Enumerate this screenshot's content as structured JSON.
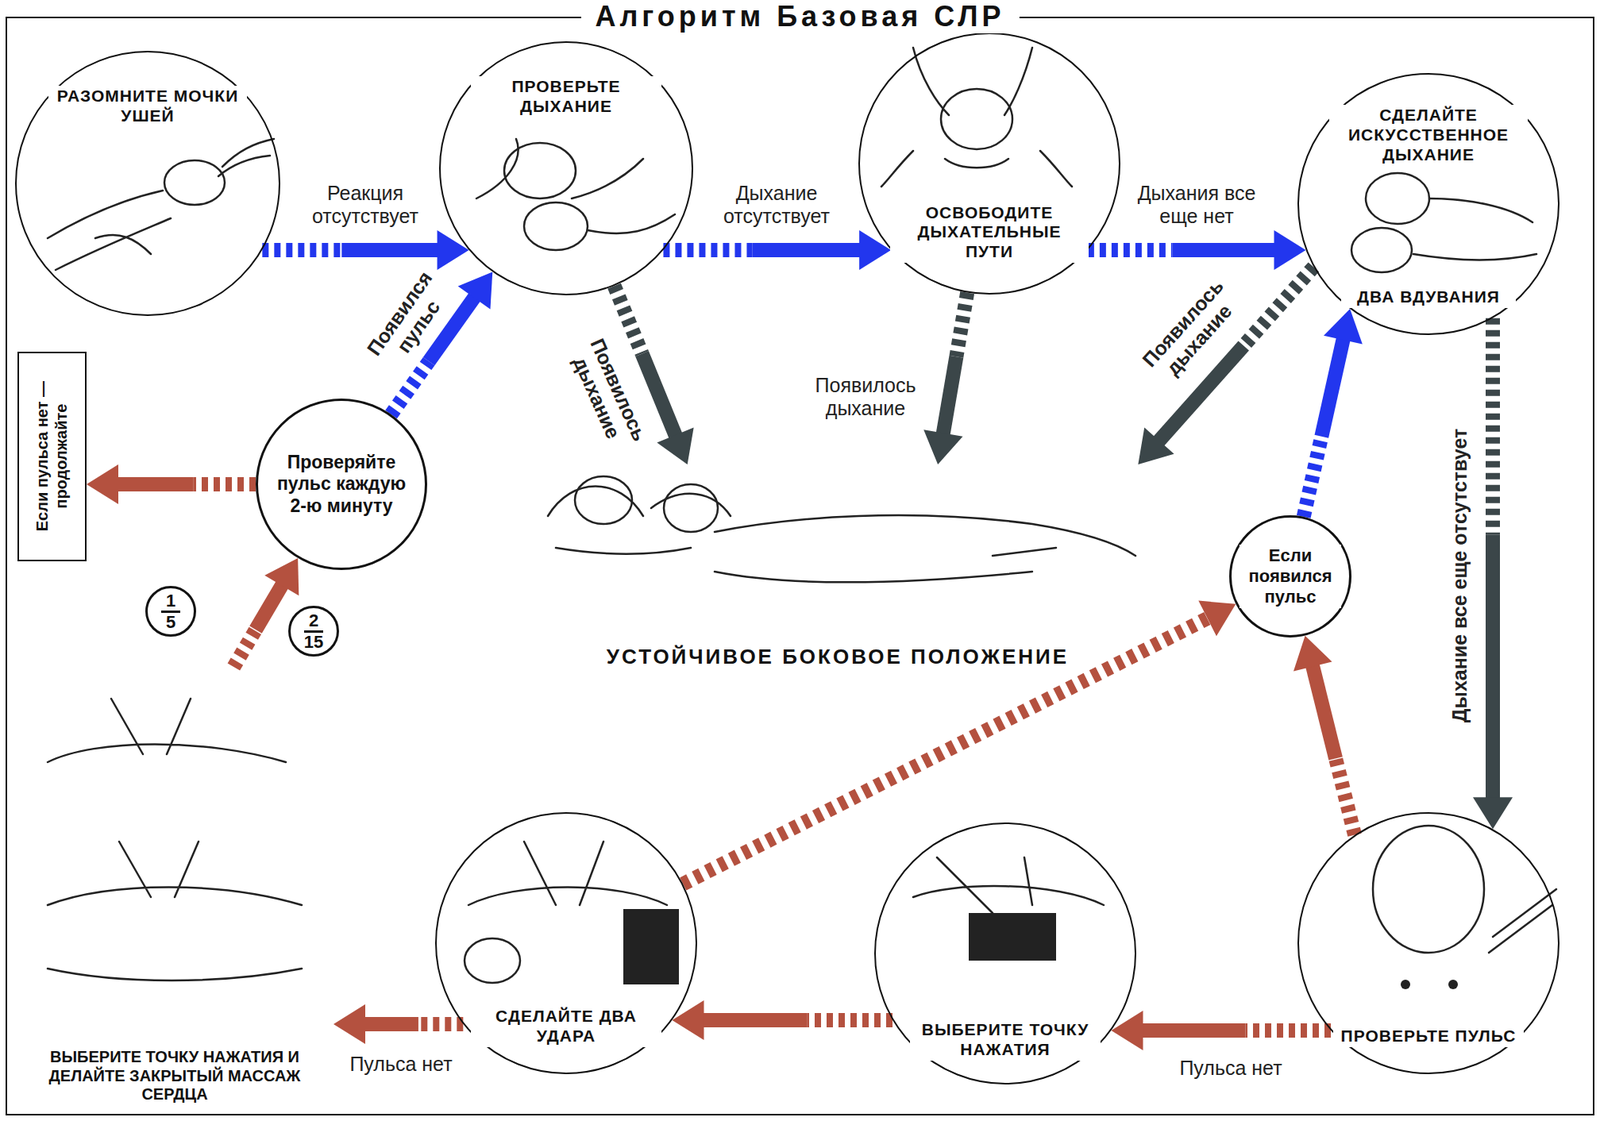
{
  "diagram": {
    "title": "Алгоритм Базовая СЛР",
    "nodes": [
      {
        "text": [
          "РАЗОМНИТЕ МОЧКИ УШЕЙ"
        ]
      },
      {
        "text": [
          "ПРОВЕРЬТЕ ДЫХАНИЕ"
        ]
      },
      {
        "text": [
          "ОСВОБОДИТЕ ДЫХАТЕЛЬНЫЕ ПУТИ"
        ]
      },
      {
        "text": [
          "СДЕЛАЙТЕ ИСКУССТВЕННОЕ ДЫХАНИЕ",
          "ДВА ВДУВАНИЯ"
        ]
      },
      {
        "text": [
          "УСТОЙЧИВОЕ БОКОВОЕ ПОЛОЖЕНИЕ"
        ]
      },
      {
        "text": [
          "Проверяйте пульс каждую 2-ю минуту"
        ]
      },
      {
        "text": [
          "Если пульса нет — продолжайте"
        ]
      },
      {
        "text": [
          "Если появился пульс"
        ]
      },
      {
        "text": [
          "ПРОВЕРЬТЕ ПУЛЬС"
        ]
      },
      {
        "text": [
          "ВЫБЕРИТЕ ТОЧКУ НАЖАТИЯ"
        ]
      },
      {
        "text": [
          "СДЕЛАЙТЕ ДВА УДАРА"
        ]
      },
      {
        "text": [
          "ВЫБЕРИТЕ ТОЧКУ НАЖАТИЯ И ДЕЛАЙТЕ ЗАКРЫТЫЙ МАССАЖ СЕРДЦА"
        ]
      },
      {
        "text": [
          "1",
          "5"
        ]
      },
      {
        "text": [
          "2",
          "15"
        ]
      }
    ],
    "edges": [
      {
        "from": 0,
        "to": 1,
        "arrow": "to",
        "label": "Реакция отсутствует"
      },
      {
        "from": 1,
        "to": 2,
        "arrow": "to",
        "label": "Дыхание отсутствует"
      },
      {
        "from": 2,
        "to": 3,
        "arrow": "to",
        "label": "Дыхания все еще нет"
      },
      {
        "from": 1,
        "to": 4,
        "arrow": "to",
        "label": "Появилось дыхание"
      },
      {
        "from": 2,
        "to": 4,
        "arrow": "to",
        "label": "Появилось дыхание"
      },
      {
        "from": 3,
        "to": 4,
        "arrow": "to",
        "label": "Появилось дыхание"
      },
      {
        "from": 3,
        "to": 8,
        "arrow": "to",
        "label": "Дыхание все еще отсутствует"
      },
      {
        "from": 8,
        "to": 9,
        "arrow": "to",
        "label": "Пульса нет"
      },
      {
        "from": 9,
        "to": 10,
        "arrow": "to"
      },
      {
        "from": 10,
        "to": 11,
        "arrow": "to",
        "label": "Пульса нет"
      },
      {
        "from": 11,
        "to": 5,
        "arrow": "to"
      },
      {
        "from": 5,
        "to": 1,
        "arrow": "to",
        "label": "Появился пульс"
      },
      {
        "from": 5,
        "to": 6,
        "arrow": "to"
      },
      {
        "from": 10,
        "to": 7,
        "arrow": "to"
      },
      {
        "from": 8,
        "to": 7,
        "arrow": "to"
      },
      {
        "from": 7,
        "to": 3,
        "arrow": "to"
      }
    ]
  }
}
